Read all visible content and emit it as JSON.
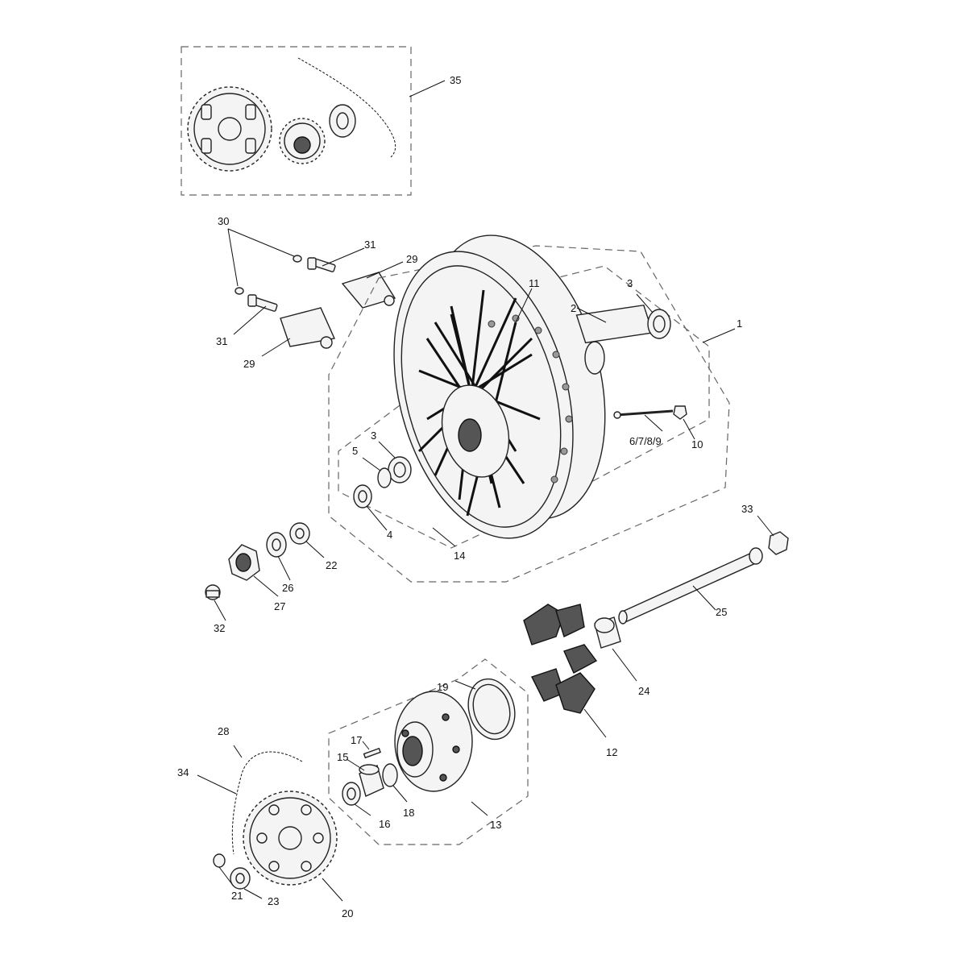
{
  "callouts": {
    "c1": "1",
    "c2": "2",
    "c3a": "3",
    "c3b": "3",
    "c4": "4",
    "c5": "5",
    "c6789": "6/7/8/9",
    "c10": "10",
    "c11": "11",
    "c12": "12",
    "c13": "13",
    "c14": "14",
    "c15": "15",
    "c16": "16",
    "c17": "17",
    "c18": "18",
    "c19": "19",
    "c20": "20",
    "c21": "21",
    "c22": "22",
    "c23": "23",
    "c24": "24",
    "c25": "25",
    "c26": "26",
    "c27": "27",
    "c28": "28",
    "c29a": "29",
    "c29b": "29",
    "c30": "30",
    "c31a": "31",
    "c31b": "31",
    "c32": "32",
    "c33": "33",
    "c34": "34",
    "c35": "35"
  }
}
